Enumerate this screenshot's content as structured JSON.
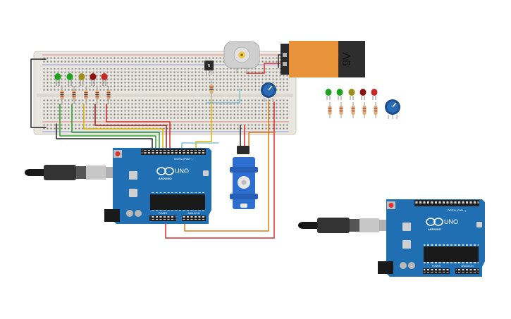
{
  "battery": {
    "label": "9V"
  },
  "transistor": {
    "label": "N"
  },
  "arduino_main": {
    "brand": "ARDUINO",
    "model": "UNO",
    "digital_label": "DIGITAL (PWM ~)",
    "power_label": "POWER",
    "analog_label": "ANALOG IN"
  },
  "arduino_spare": {
    "brand": "ARDUINO",
    "model": "UNO",
    "digital_label": "DIGITAL (PWM ~)",
    "power_label": "POWER",
    "analog_label": "ANALOG IN"
  },
  "led_colors": [
    "#1fa31f",
    "#1fa31f",
    "#9c8f1a",
    "#8e1212",
    "#c62828"
  ],
  "palette_led_colors": [
    "#1fa31f",
    "#1fa31f",
    "#9c8f1a",
    "#8e1212",
    "#c62828"
  ],
  "colors": {
    "breadboard": "#e9e6df",
    "arduino_board": "#1f6fb2",
    "battery_body": "#e8923a",
    "wire_red": "#d42b2b",
    "wire_green": "#2c9c2c",
    "wire_yellow": "#e0b400",
    "wire_orange": "#e07a12",
    "wire_black": "#222222",
    "wire_lightblue": "#7fc3d8",
    "servo_body": "#2d6fd1"
  }
}
